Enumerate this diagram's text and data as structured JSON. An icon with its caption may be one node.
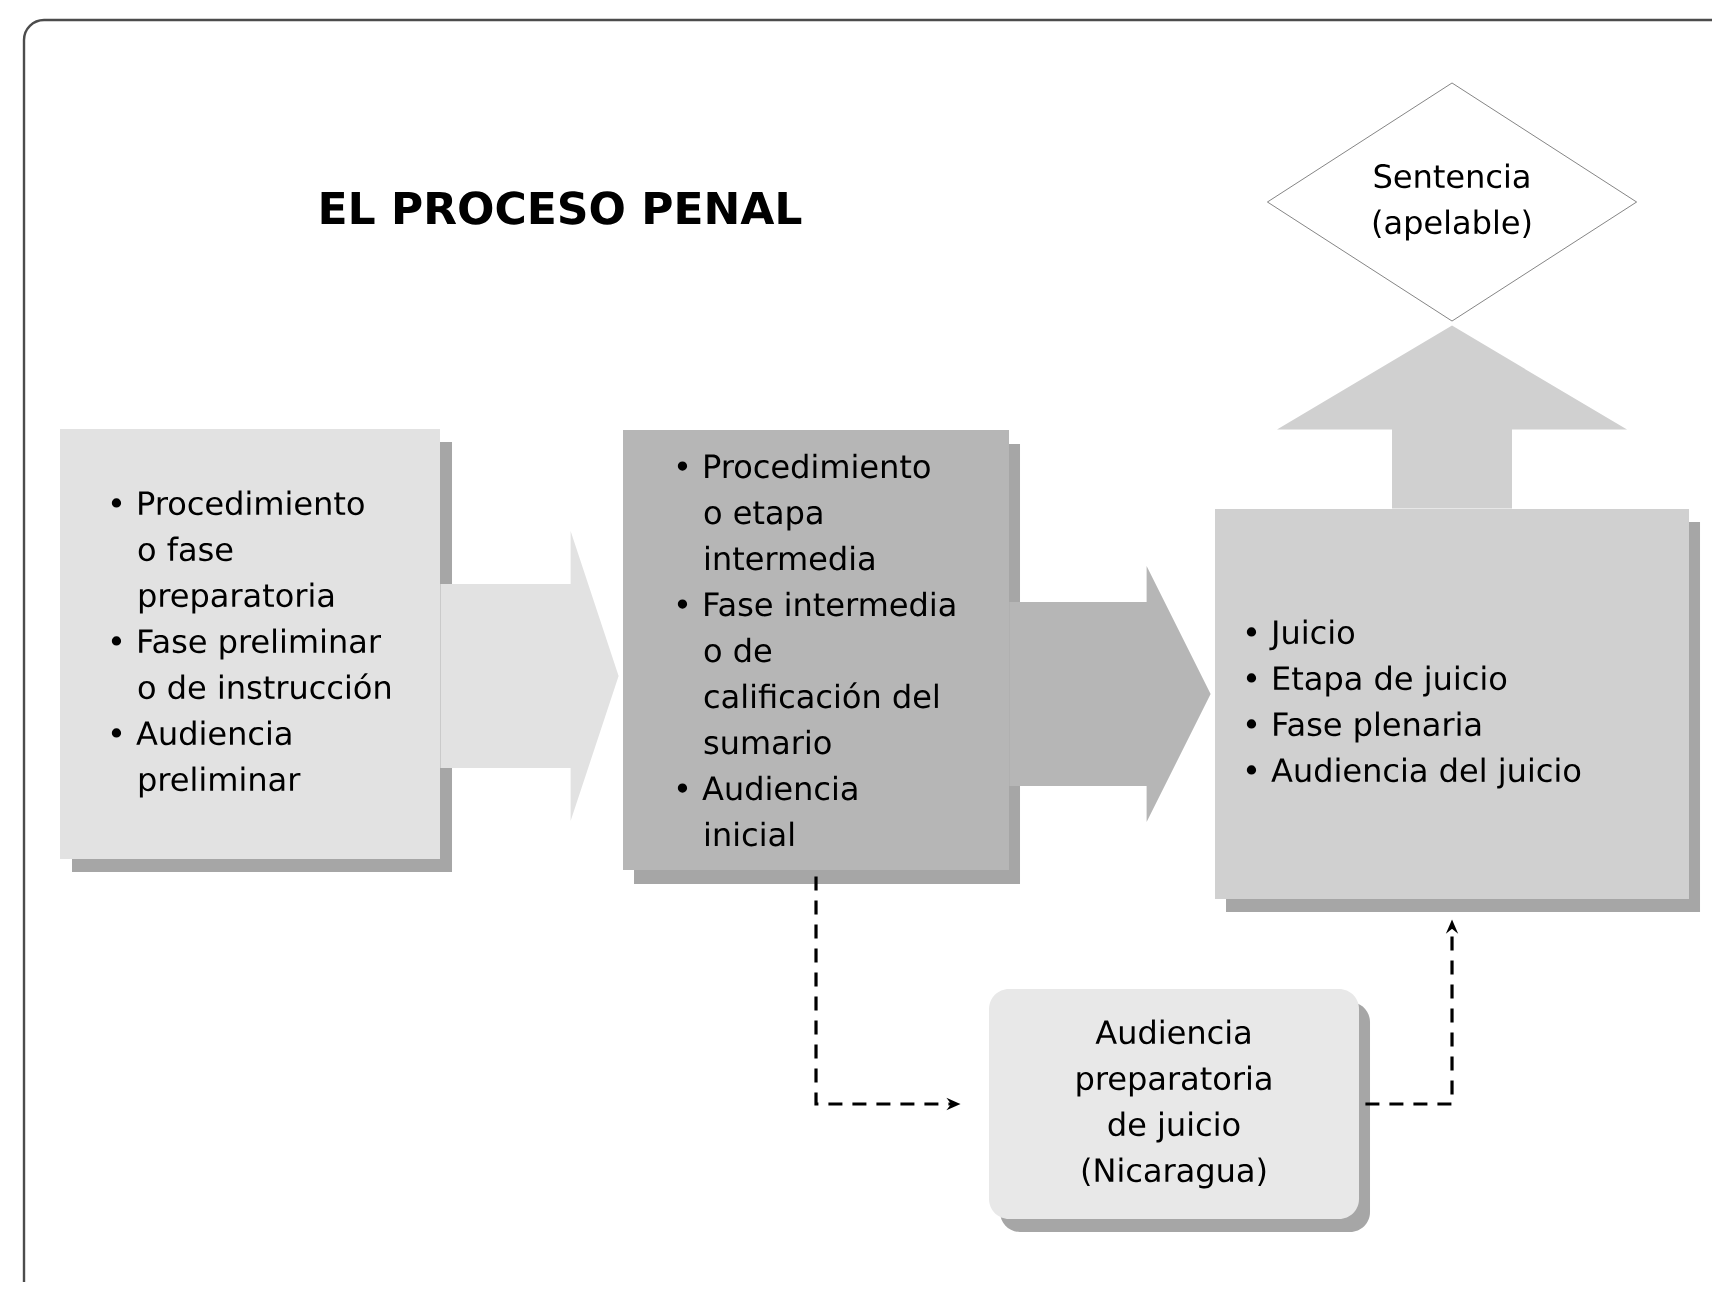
{
  "diagram": {
    "title": "EL PROCESO PENAL",
    "nodes": [
      {
        "text": [
          "• Procedimiento o fase preparatoria",
          "• Fase preliminar o de instrucción",
          "• Audiencia preliminar"
        ]
      },
      {
        "text": [
          "• Procedimiento o etapa intermedia",
          "• Fase intermedia o de calificación del sumario",
          "• Audiencia inicial"
        ]
      },
      {
        "text": [
          "• Juicio",
          "• Etapa de juicio",
          "• Fase plenaria",
          "• Audiencia del juicio"
        ]
      },
      {
        "text": [
          "Sentencia (apelable)"
        ]
      },
      {
        "text": [
          "Audiencia preparatoria de juicio (Nicaragua)"
        ]
      }
    ],
    "edges": [
      {
        "from": 0,
        "to": 1,
        "arrow": "to",
        "color": "#e2e2e2"
      },
      {
        "from": 1,
        "to": 2,
        "arrow": "to",
        "color": "#b6b6b6"
      },
      {
        "from": 2,
        "to": 3,
        "arrow": "to",
        "color": "#d0d0d0"
      },
      {
        "from": 1,
        "to": 4,
        "arrow": "to",
        "style": "dashed"
      },
      {
        "from": 4,
        "to": 2,
        "arrow": "to",
        "style": "dashed"
      }
    ]
  }
}
